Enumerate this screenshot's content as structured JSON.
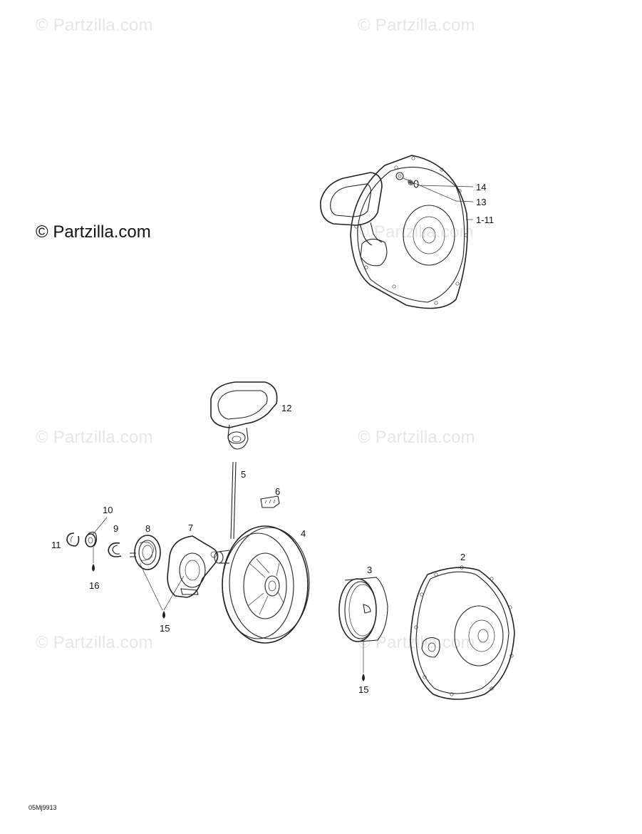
{
  "watermarks": {
    "faint": [
      "© Partzilla.com",
      "© Partzilla.com",
      "© Partzilla.com",
      "© Partzilla.com",
      "© Partzilla.com",
      "© Partzilla.com",
      "© Partzilla.com"
    ],
    "main": "© Partzilla.com"
  },
  "callouts": {
    "c14": "14",
    "c13": "13",
    "c1_11": "1-11",
    "c12": "12",
    "c5": "5",
    "c6": "6",
    "c10": "10",
    "c9": "9",
    "c8": "8",
    "c7": "7",
    "c4": "4",
    "c11": "11",
    "c16": "16",
    "c15a": "15",
    "c3": "3",
    "c2": "2",
    "c15b": "15"
  },
  "figure_code": "05Mj9913"
}
